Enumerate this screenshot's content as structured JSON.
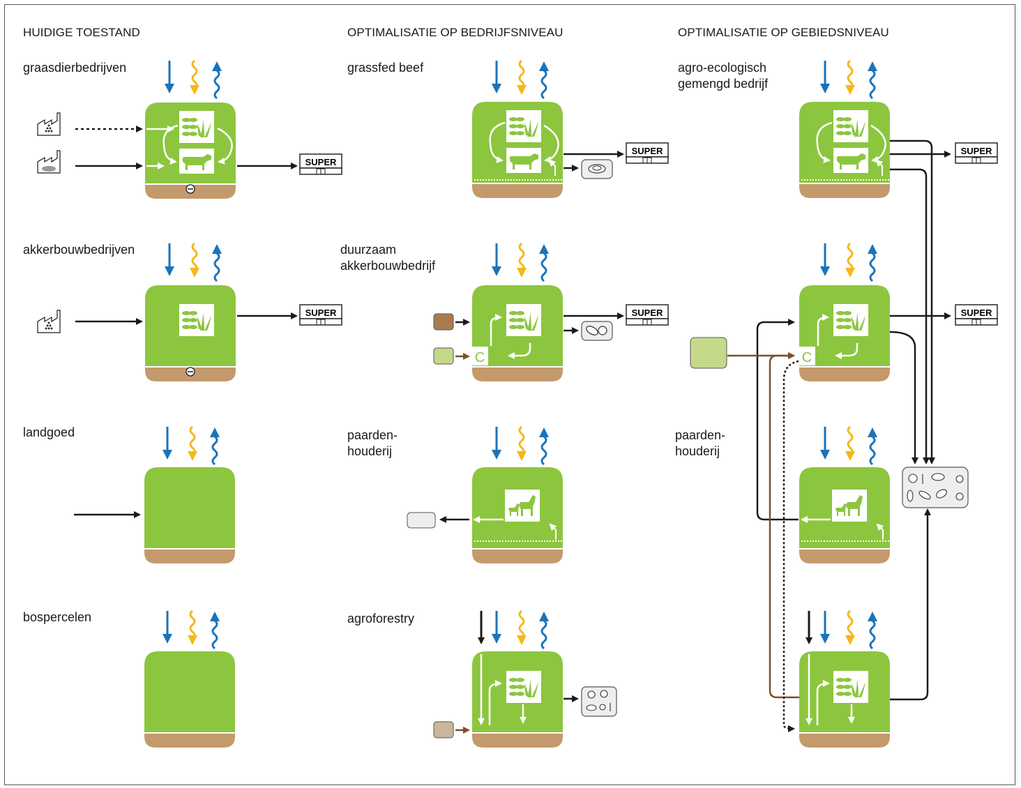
{
  "columns": [
    {
      "title": "HUIDIGE TOESTAND",
      "rows": [
        "graasdierbedrijven",
        "akkerbouwbedrijven",
        "landgoed",
        "bospercelen"
      ]
    },
    {
      "title": "OPTIMALISATIE OP BEDRIJFSNIVEAU",
      "rows": [
        "grassfed beef",
        "duurzaam\nakkerbouwbedrijf",
        "paarden-\nhouderij",
        "agroforestry"
      ]
    },
    {
      "title": "OPTIMALISATIE OP GEBIEDSNIVEAU",
      "rows": [
        "agro-ecologisch\ngemengd bedrijf",
        "paarden-\nhouderij"
      ]
    }
  ],
  "supermarket_label": "SUPER",
  "compost_symbol": "C",
  "minus_symbol": "−",
  "colors": {
    "farm_green": "#8cc63f",
    "soil": "#c49a6c",
    "rain_blue": "#1a73b9",
    "sun_yellow": "#f5b817",
    "arrow_black": "#1a1a1a",
    "brown_flow": "#7a4f2a",
    "light_green_box": "#c5d98a",
    "brown_box": "#a97c50",
    "tan_box": "#c9b79c",
    "grey_box": "#eeeeee"
  },
  "icons": [
    "factory-feed-icon",
    "factory-fertilizer-icon",
    "supermarket-icon",
    "meat-icon",
    "vegetables-icon",
    "fruit-nuts-icon",
    "mixed-produce-icon",
    "crop-icon",
    "cow-icon",
    "horses-icon",
    "compost-icon",
    "rain-arrow-icon",
    "sun-arrow-icon",
    "evaporation-arrow-icon"
  ]
}
